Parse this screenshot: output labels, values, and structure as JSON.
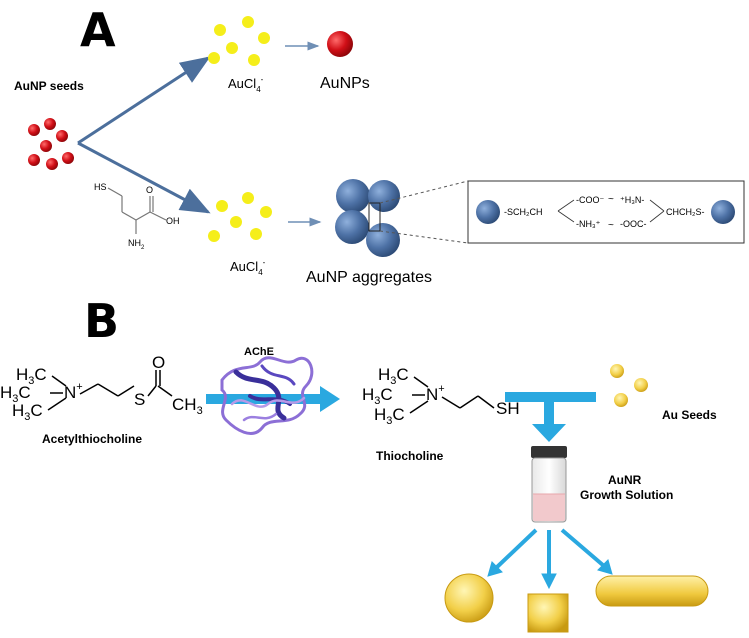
{
  "panel_a": {
    "letter": "A",
    "seeds_label": "AuNP seeds",
    "aucl4_top": "AuCl",
    "aucl4_bottom": "AuCl",
    "aucl4_sub": "4",
    "aucl4_sup": "-",
    "aunps_label": "AuNPs",
    "aggregates_label": "AuNP aggregates",
    "cysteine": {
      "sh": "HS",
      "nh2": "NH",
      "nh2_sub": "2",
      "oh": "OH",
      "o": "O"
    },
    "inset": {
      "left_group": "-SCH₂CH",
      "coo": "-COO⁻",
      "nh3": "-NH₃⁺",
      "tilde": "~",
      "h3n": "⁺H₃N-",
      "ooc": "-OOC-",
      "right_group": "CHCH₂S-"
    }
  },
  "panel_b": {
    "letter": "B",
    "acetylthiocholine_label": "Acetylthiocholine",
    "enzyme_label": "AChE",
    "thiocholine_label": "Thiocholine",
    "au_seeds_label": "Au Seeds",
    "growth_solution_line1": "AuNR",
    "growth_solution_line2": "Growth Solution",
    "molecule": {
      "h3c": "H",
      "c": "C",
      "n": "N",
      "plus": "+",
      "s": "S",
      "o": "O",
      "ch3": "CH",
      "sh": "SH",
      "three": "3"
    }
  },
  "colors": {
    "gold_seed": "#f5ee1a",
    "red_seed": "#d10f17",
    "blue_particle": "#4e72a6",
    "arrow_blue": "#2aa8e0",
    "enzyme_label": "#e3262b",
    "gold_shape": "#f2cf48"
  }
}
